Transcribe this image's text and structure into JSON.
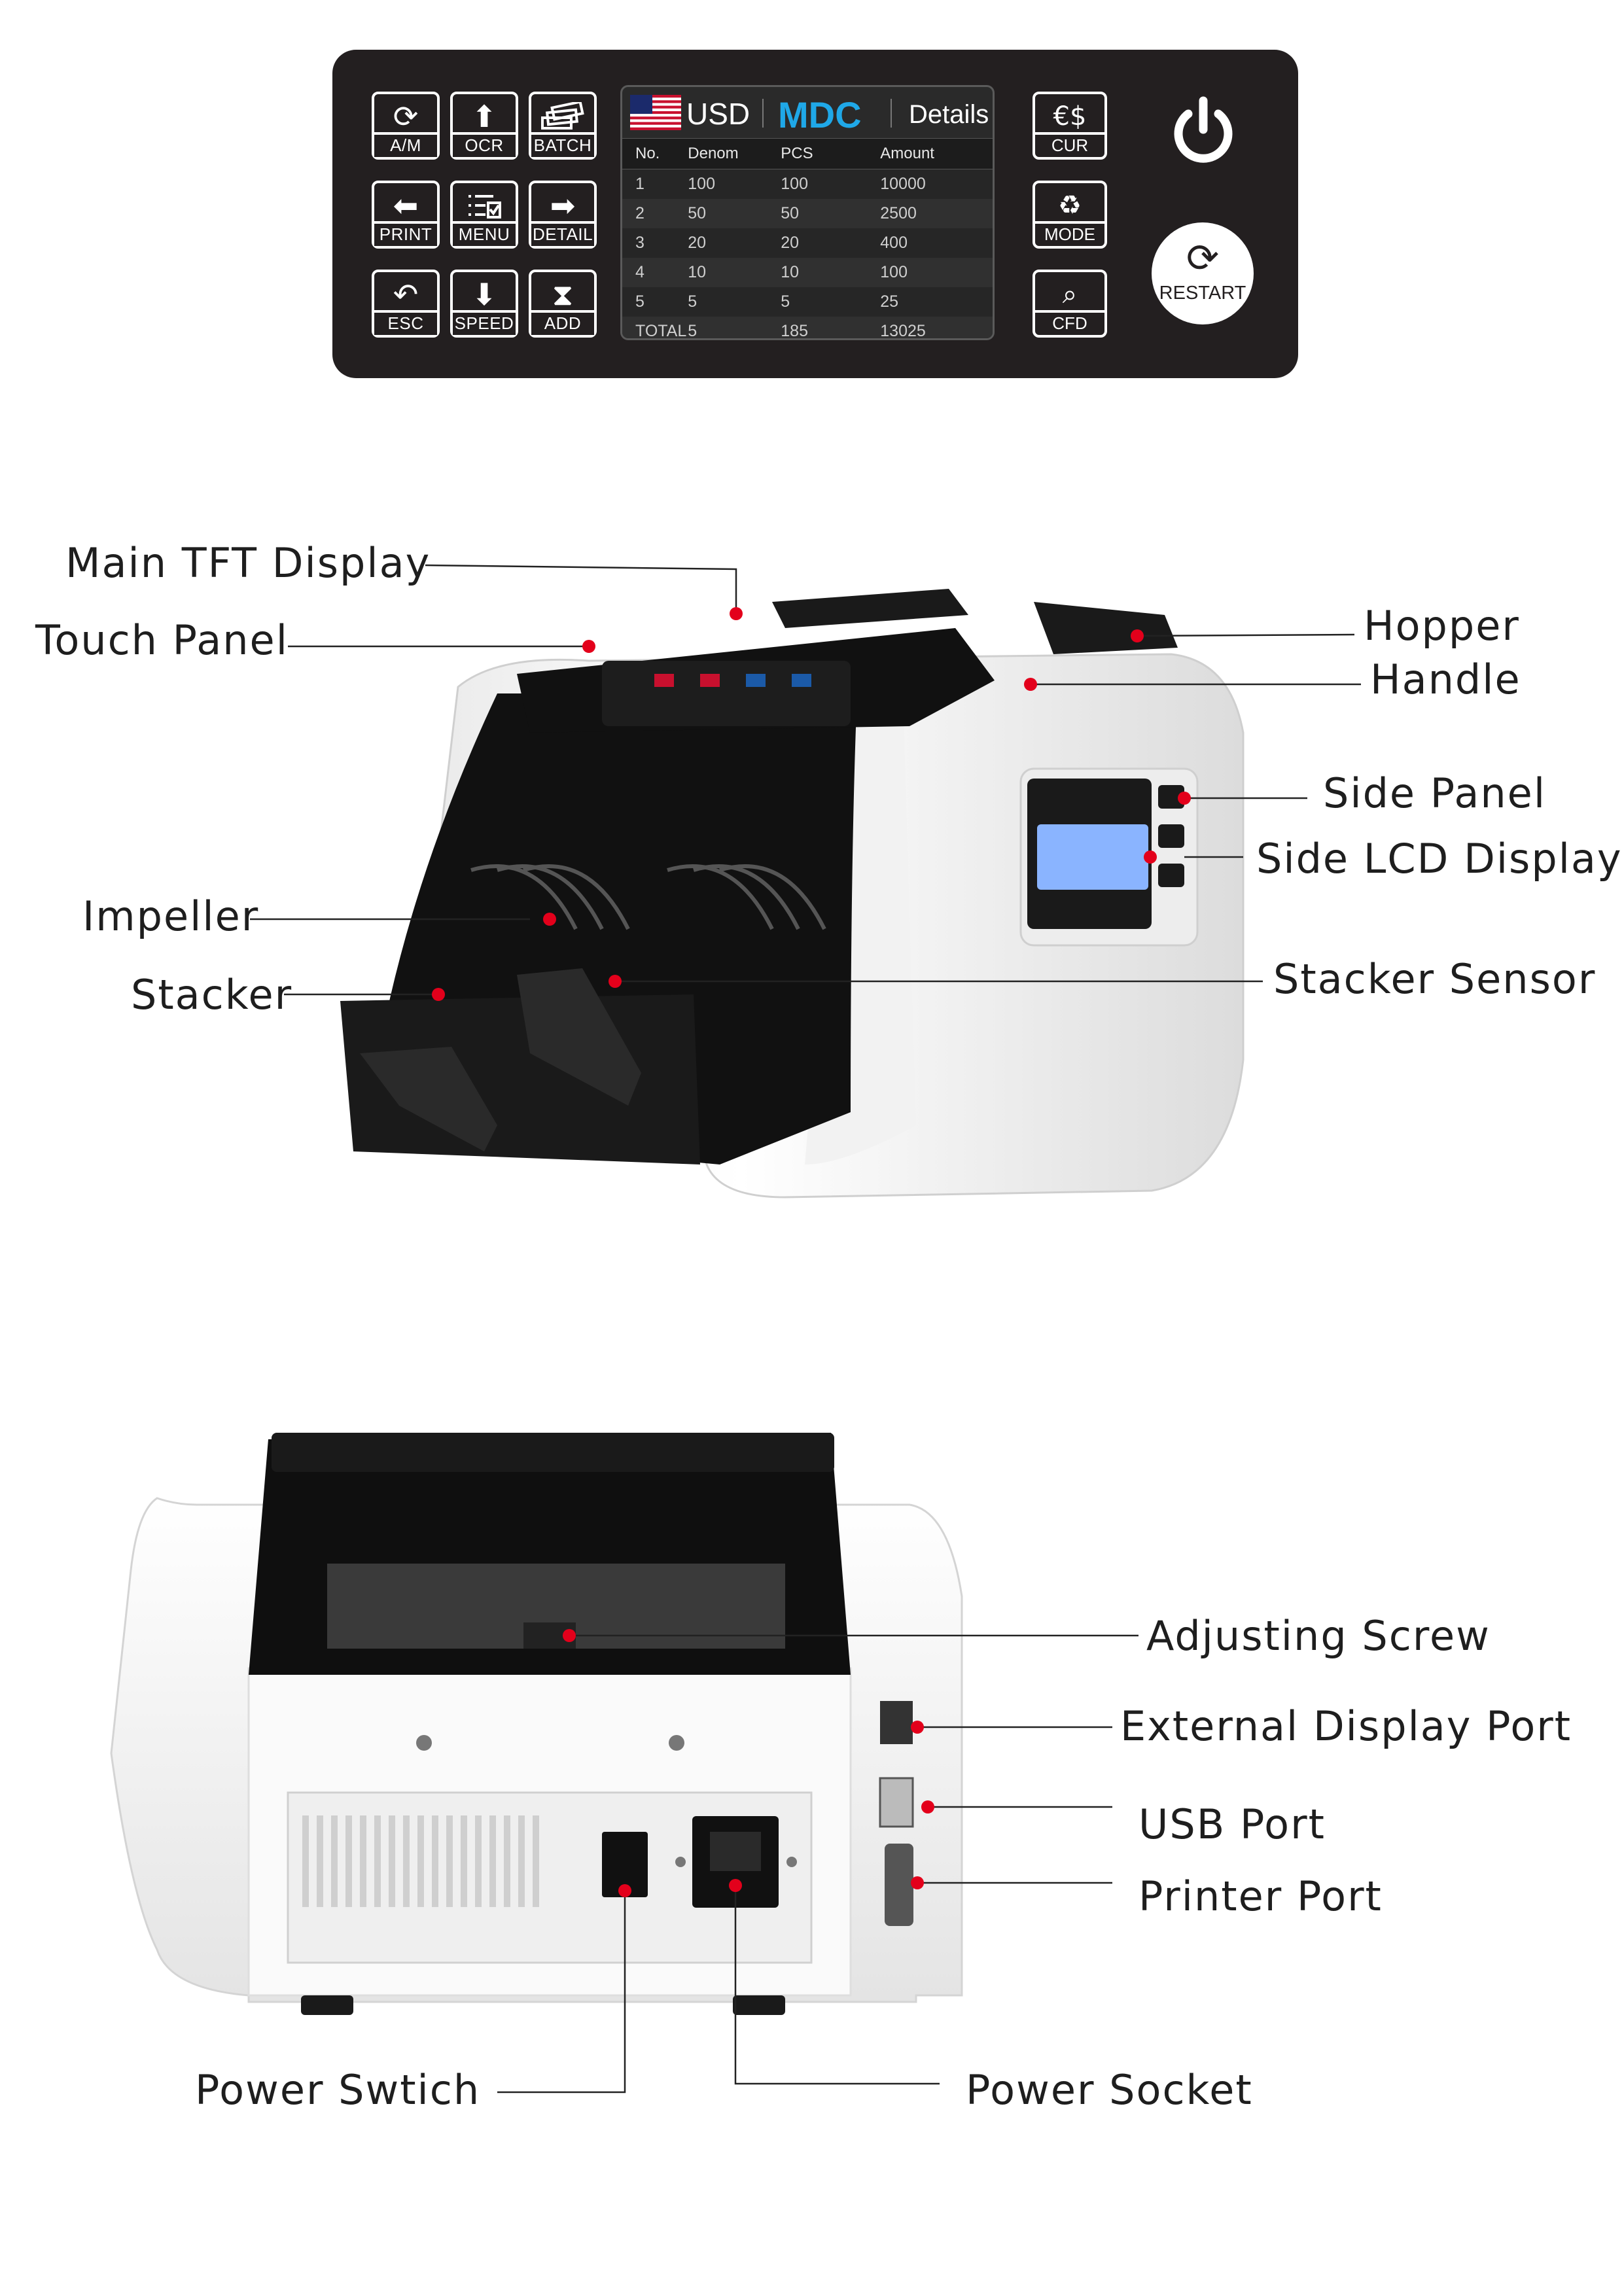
{
  "panel": {
    "left_keys": [
      {
        "label": "A/M",
        "icon": "refresh-icon"
      },
      {
        "label": "OCR",
        "icon": "arrow-up-icon"
      },
      {
        "label": "BATCH",
        "icon": "banknote-stack-icon"
      },
      {
        "label": "PRINT",
        "icon": "arrow-left-icon"
      },
      {
        "label": "MENU",
        "icon": "menu-list-icon"
      },
      {
        "label": "DETAIL",
        "icon": "arrow-right-icon"
      },
      {
        "label": "ESC",
        "icon": "return-icon"
      },
      {
        "label": "SPEED",
        "icon": "arrow-down-icon"
      },
      {
        "label": "ADD",
        "icon": "hourglass-icon"
      }
    ],
    "screen": {
      "flag_icon": "us-flag-icon",
      "currency": "USD",
      "mode": "MDC",
      "details": "Details",
      "mode_color": "#1fa8e8",
      "columns": [
        "No.",
        "Denom",
        "PCS",
        "Amount"
      ],
      "rows": [
        [
          "1",
          "100",
          "100",
          "10000"
        ],
        [
          "2",
          "50",
          "50",
          "2500"
        ],
        [
          "3",
          "20",
          "20",
          "400"
        ],
        [
          "4",
          "10",
          "10",
          "100"
        ],
        [
          "5",
          "5",
          "5",
          "25"
        ],
        [
          "TOTAL",
          "5",
          "185",
          "13025"
        ]
      ]
    },
    "right_keys": [
      {
        "label": "CUR",
        "icon": "euro-dollar-icon"
      },
      {
        "label": "MODE",
        "icon": "cycle-icon"
      },
      {
        "label": "CFD",
        "icon": "magnifier-icon"
      }
    ],
    "power_icon": "power-icon",
    "restart": {
      "label": "RESTART",
      "icon": "refresh-icon"
    }
  },
  "front_view": {
    "callouts": {
      "main_tft": "Main TFT  Display",
      "touch_panel": "Touch Panel",
      "hopper": "Hopper",
      "handle": "Handle",
      "side_panel": "Side Panel",
      "side_lcd": "Side LCD Display",
      "impeller": "Impeller",
      "stacker": "Stacker",
      "stacker_sensor": "Stacker Sensor"
    }
  },
  "rear_view": {
    "callouts": {
      "adjusting_screw": "Adjusting Screw",
      "external_display_port": "External Display Port",
      "usb_port": "USB Port",
      "printer_port": "Printer Port",
      "power_switch": "Power Swtich",
      "power_socket": "Power  Socket"
    }
  },
  "colors": {
    "panel_bg": "#231f20",
    "pin": "#e3001b",
    "accent": "#1fa8e8"
  }
}
